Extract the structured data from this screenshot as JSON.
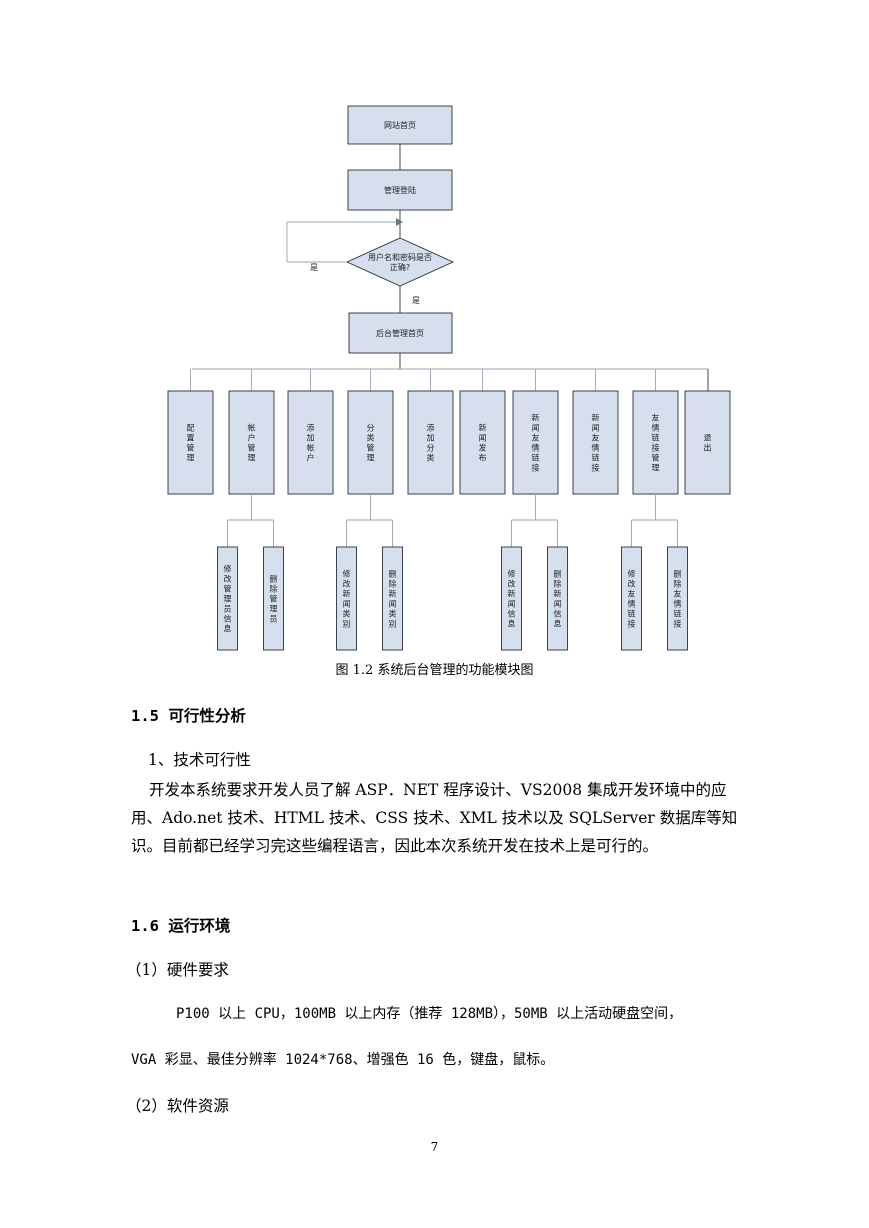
{
  "diagram": {
    "top_nodes": [
      {
        "id": "home",
        "label": "网站首页"
      },
      {
        "id": "login",
        "label": "管理登陆"
      },
      {
        "id": "check",
        "label": "用户名和密码是否正确?"
      },
      {
        "id": "admin",
        "label": "后台管理首页"
      }
    ],
    "edge_labels": {
      "loop": "是",
      "down": "是"
    },
    "modules": [
      {
        "label": "配置管理",
        "children": []
      },
      {
        "label": "帐户管理",
        "children": [
          "修改管理员信息",
          "删除管理员"
        ]
      },
      {
        "label": "添加帐户",
        "children": []
      },
      {
        "label": "分类管理",
        "children": [
          "修改新闻类别",
          "删除新闻类别"
        ]
      },
      {
        "label": "添加分类",
        "children": []
      },
      {
        "label": "新闻发布",
        "children": []
      },
      {
        "label": "新闻友情链接",
        "children": [
          "修改新闻信息",
          "删除新闻信息"
        ]
      },
      {
        "label": "新闻友情链接",
        "children": []
      },
      {
        "label": "友情链接管理",
        "children": [
          "修改友情链接",
          "删除友情链接"
        ]
      },
      {
        "label": "退出",
        "children": []
      }
    ]
  },
  "caption": "图 1.2 系统后台管理的功能模块图",
  "section_1_5": {
    "heading": "1.5 可行性分析",
    "item": "1、技术可行性",
    "paragraph": "开发本系统要求开发人员了解 ASP．NET 程序设计、VS2008 集成开发环境中的应用、Ado.net 技术、HTML 技术、CSS 技术、XML 技术以及 SQLServer 数据库等知识。目前都已经学习完这些编程语言，因此本次系统开发在技术上是可行的。"
  },
  "section_1_6": {
    "heading": "1.6 运行环境",
    "hardware_title": "（1）硬件要求",
    "hardware_line1": "P100 以上 CPU，100MB 以上内存（推荐 128MB），50MB 以上活动硬盘空间，",
    "hardware_line2": "VGA 彩显、最佳分辨率 1024*768、增强色 16 色，键盘，鼠标。",
    "software_title": "（2）软件资源"
  },
  "page_number": "7"
}
